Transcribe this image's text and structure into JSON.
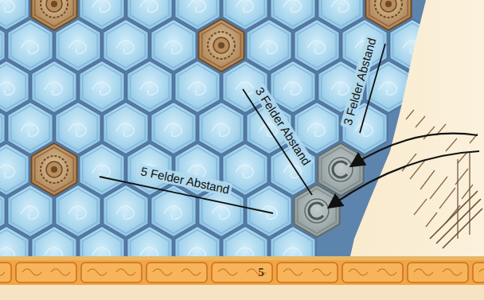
{
  "diagram": {
    "labels": [
      "3 Felder Abstand",
      "3 Felder Abstand",
      "5 Felder Abstand",
      "5"
    ]
  }
}
